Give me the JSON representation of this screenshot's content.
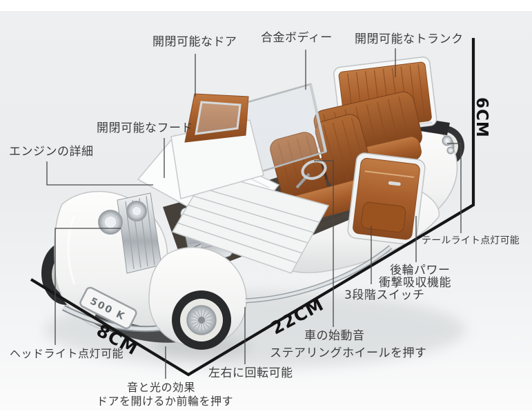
{
  "product_diagram": {
    "title_context": "die-cast classic model car feature callouts",
    "dimensions": {
      "height": "6CM",
      "front_width": "8CM",
      "length": "22CM"
    },
    "plate": "500 K",
    "callouts": {
      "door": "開閉可能なドア",
      "alloy_body": "合金ボディー",
      "trunk": "開閉可能なトランク",
      "hood": "開閉可能なフード",
      "engine_detail": "エンジンの詳細",
      "headlight": "ヘッドライト点灯可能",
      "taillight": "テールライト点灯可能",
      "rear_wheel_power_line1": "後輪パワー",
      "rear_wheel_power_line2": "衝撃吸収機能",
      "three_stage_switch": "3段階スイッチ",
      "engine_start_sound": "車の始動音",
      "press_steering_wheel": "ステアリングホイールを押す",
      "rotate_left_right": "左右に回転可能",
      "sound_light_effects": "音と光の効果",
      "open_door_or_press_front_wheel": "ドアを開けるか前輪を押す"
    },
    "colors": {
      "interior_brown": "#a65d2b",
      "car_body": "#f8f9f8",
      "dimension_line": "#161616",
      "leader_line": "#474747",
      "label_text": "#3c3c3c",
      "background": "#edeff0"
    }
  }
}
